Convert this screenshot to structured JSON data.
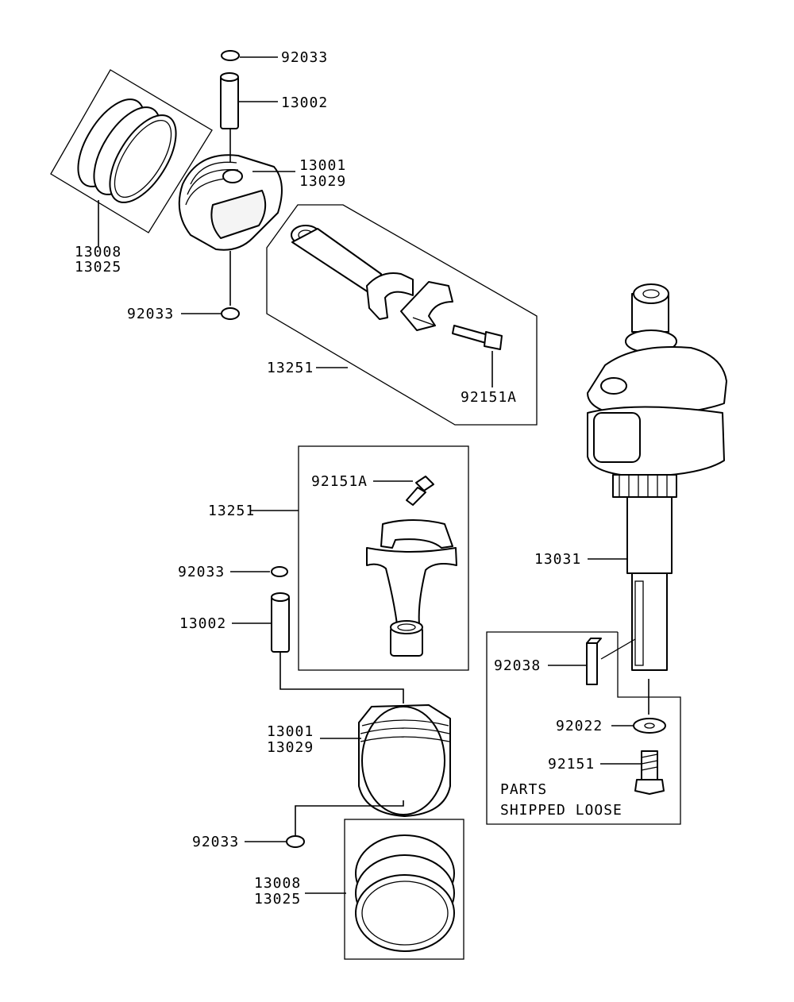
{
  "labels": {
    "top_clip_upper": "92033",
    "top_pin": "13002",
    "top_piston_a": "13001",
    "top_piston_b": "13029",
    "top_rings_a": "13008",
    "top_rings_b": "13025",
    "top_clip_lower": "92033",
    "top_rod": "13251",
    "top_rod_bolt": "92151A",
    "mid_rod": "13251",
    "mid_rod_bolt": "92151A",
    "mid_clip": "92033",
    "mid_pin": "13002",
    "mid_piston_a": "13001",
    "mid_piston_b": "13029",
    "bottom_clip": "92033",
    "bottom_rings_a": "13008",
    "bottom_rings_b": "13025",
    "crankshaft": "13031",
    "key": "92038",
    "washer": "92022",
    "bolt": "92151",
    "note_line1": "PARTS",
    "note_line2": "SHIPPED LOOSE"
  }
}
